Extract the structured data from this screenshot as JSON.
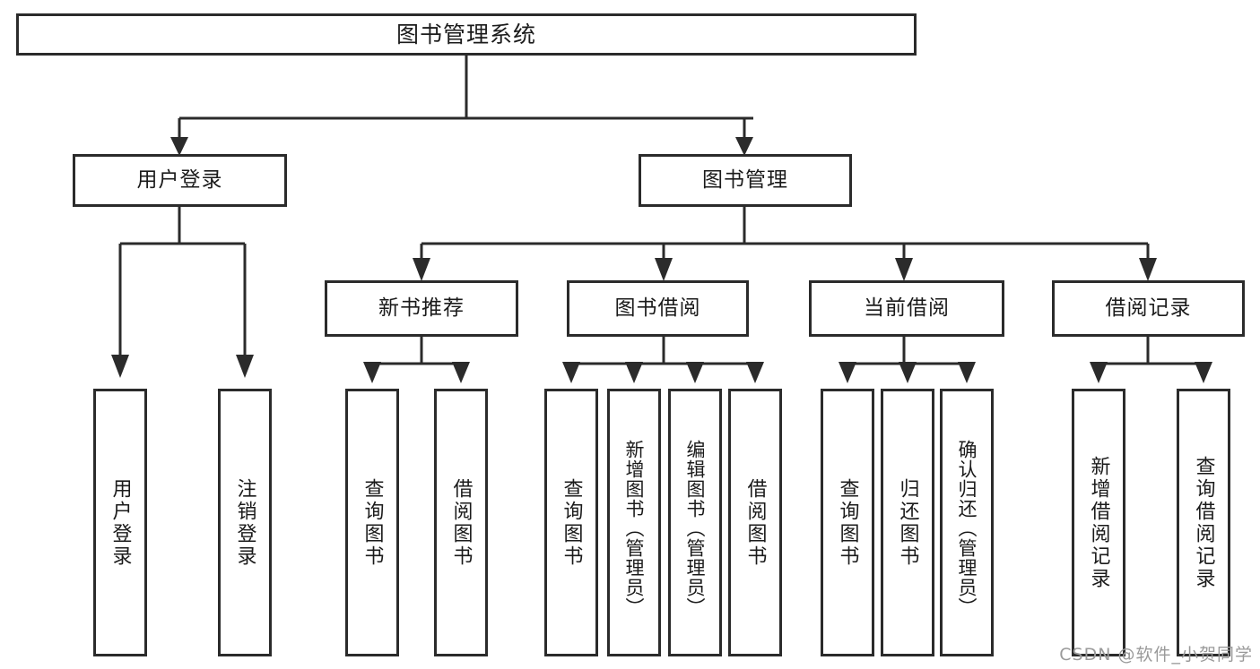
{
  "diagram": {
    "title": "图书管理系统",
    "type": "功能结构图",
    "colors": {
      "stroke": "#2b2b2b",
      "fill": "#ffffff",
      "text": "#1b1b1b",
      "watermark": "#9a9a9a"
    },
    "root": {
      "label": "图书管理系统"
    },
    "level2": [
      {
        "id": "user-login",
        "label": "用户登录"
      },
      {
        "id": "book-manage",
        "label": "图书管理"
      }
    ],
    "level3": [
      {
        "id": "new-book-rec",
        "label": "新书推荐",
        "parent": "book-manage"
      },
      {
        "id": "book-borrow",
        "label": "图书借阅",
        "parent": "book-manage"
      },
      {
        "id": "current-borrow",
        "label": "当前借阅",
        "parent": "book-manage"
      },
      {
        "id": "borrow-record",
        "label": "借阅记录",
        "parent": "book-manage"
      }
    ],
    "leaves": [
      {
        "id": "leaf-user-login",
        "label": "用户登录",
        "parent": "user-login"
      },
      {
        "id": "leaf-user-logout",
        "label": "注销登录",
        "parent": "user-login"
      },
      {
        "id": "leaf-rec-query",
        "label": "查询图书",
        "parent": "new-book-rec"
      },
      {
        "id": "leaf-rec-borrow",
        "label": "借阅图书",
        "parent": "new-book-rec"
      },
      {
        "id": "leaf-borrow-query",
        "label": "查询图书",
        "parent": "book-borrow"
      },
      {
        "id": "leaf-borrow-add",
        "label": "新增图书（管理员）",
        "parent": "book-borrow"
      },
      {
        "id": "leaf-borrow-edit",
        "label": "编辑图书（管理员）",
        "parent": "book-borrow"
      },
      {
        "id": "leaf-borrow-lend",
        "label": "借阅图书",
        "parent": "book-borrow"
      },
      {
        "id": "leaf-cur-query",
        "label": "查询图书",
        "parent": "current-borrow"
      },
      {
        "id": "leaf-cur-return",
        "label": "归还图书",
        "parent": "current-borrow"
      },
      {
        "id": "leaf-cur-confirm",
        "label": "确认归还（管理员）",
        "parent": "current-borrow"
      },
      {
        "id": "leaf-rec-add",
        "label": "新增借阅记录",
        "parent": "borrow-record"
      },
      {
        "id": "leaf-rec-query-record",
        "label": "查询借阅记录",
        "parent": "borrow-record"
      }
    ],
    "watermark": "CSDN @软件_小贺同学"
  }
}
